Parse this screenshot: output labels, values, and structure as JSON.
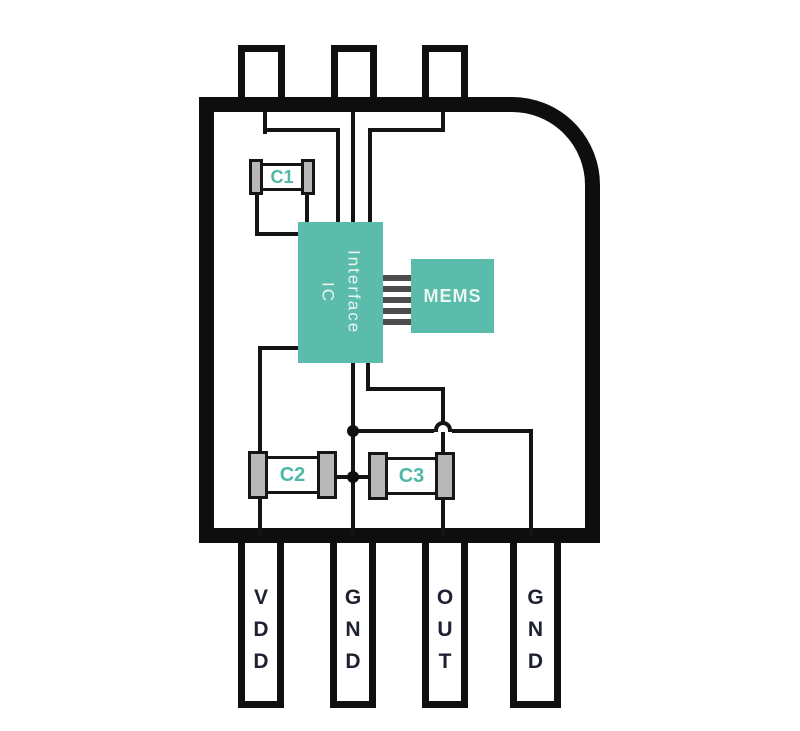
{
  "diagram_title": "",
  "package": {
    "top_pin_count": 3,
    "bottom_pins": [
      {
        "label": "VDD"
      },
      {
        "label": "GND"
      },
      {
        "label": "OUT"
      },
      {
        "label": "GND"
      }
    ]
  },
  "components": {
    "c1": {
      "label": "C1"
    },
    "c2": {
      "label": "C2"
    },
    "c3": {
      "label": "C3"
    },
    "interface_ic": {
      "line1": "Interface",
      "line2": "IC"
    },
    "mems": {
      "label": "MEMS"
    },
    "bond_wire_count": 5
  },
  "colors": {
    "accent_teal": "#5cbcab",
    "block_text": "#eaf6f2",
    "capacitor_end_gray": "#b8b8b8",
    "bond_wire_gray": "#4d4d4d",
    "outline_black": "#0e0e0e",
    "pin_text": "#1d2130"
  }
}
